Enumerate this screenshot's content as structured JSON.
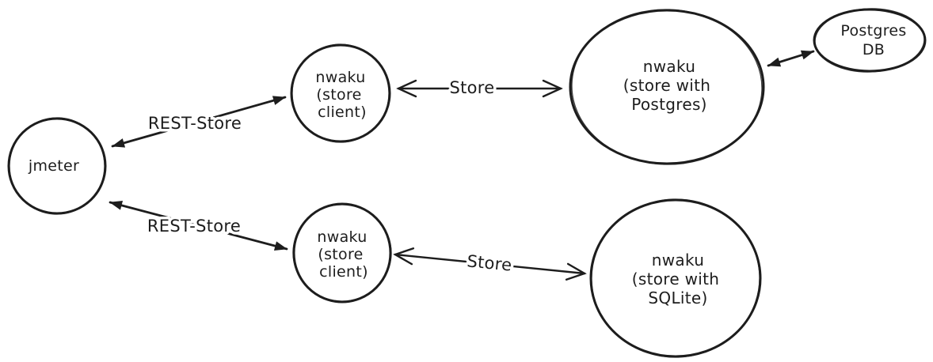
{
  "diagram": {
    "colors": {
      "stroke": "#1d1d1d",
      "background": "#ffffff"
    },
    "nodes": [
      {
        "id": "jmeter",
        "lines": [
          "jmeter"
        ]
      },
      {
        "id": "nwaku-store-client-top",
        "lines": [
          "nwaku",
          "(store",
          "client)"
        ]
      },
      {
        "id": "nwaku-store-with-postgres",
        "lines": [
          "nwaku",
          "(store with",
          "Postgres)"
        ]
      },
      {
        "id": "postgres-db",
        "lines": [
          "Postgres",
          "DB"
        ]
      },
      {
        "id": "nwaku-store-client-bottom",
        "lines": [
          "nwaku",
          "(store",
          "client)"
        ]
      },
      {
        "id": "nwaku-store-with-sqlite",
        "lines": [
          "nwaku",
          "(store with",
          "SQLite)"
        ]
      }
    ],
    "edges": [
      {
        "id": "rest-store-top",
        "label": "REST-Store",
        "arrowheads": "filled-both"
      },
      {
        "id": "store-top",
        "label": "Store",
        "arrowheads": "open-both"
      },
      {
        "id": "postgres-db-link",
        "label": "",
        "arrowheads": "filled-both"
      },
      {
        "id": "rest-store-bottom",
        "label": "REST-Store",
        "arrowheads": "filled-both"
      },
      {
        "id": "store-bottom",
        "label": "Store",
        "arrowheads": "open-both"
      }
    ]
  }
}
